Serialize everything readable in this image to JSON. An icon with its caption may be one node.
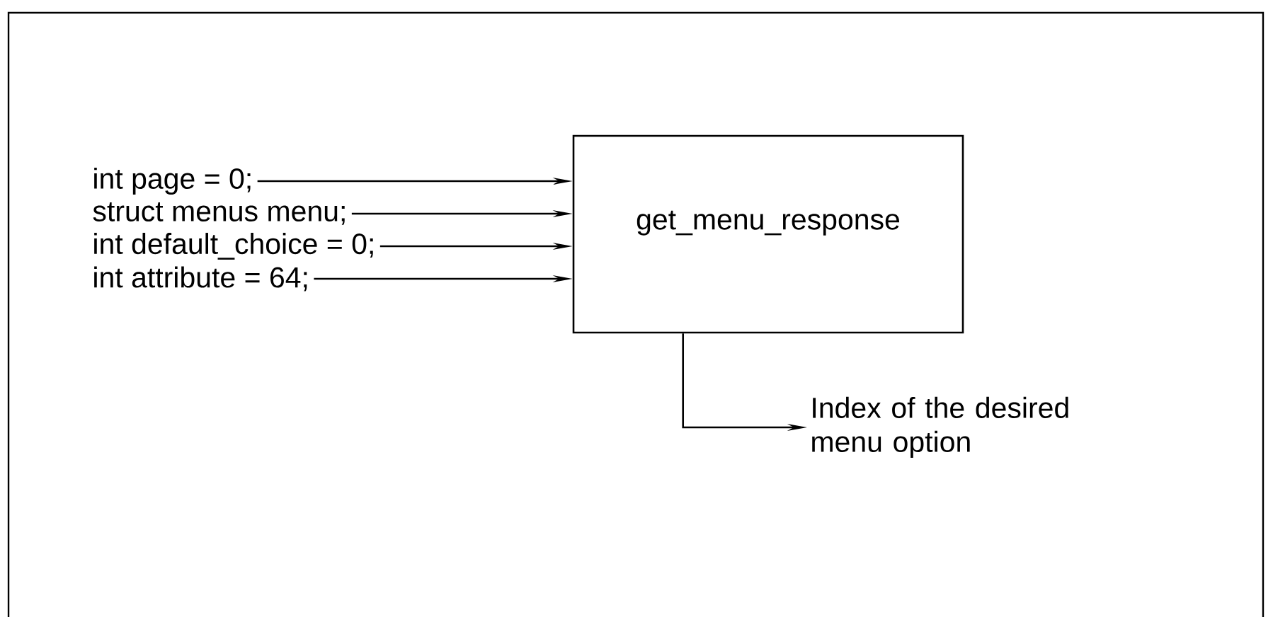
{
  "diagram": {
    "nodes": [
      {
        "text": [
          "get_menu_response"
        ]
      },
      {
        "text": [
          "int page = 0;"
        ]
      },
      {
        "text": [
          "struct menus menu;"
        ]
      },
      {
        "text": [
          "int default_choice = 0;"
        ]
      },
      {
        "text": [
          "int attribute = 64;"
        ]
      },
      {
        "text": [
          "Index of the desired menu option"
        ]
      }
    ],
    "edges": [
      {
        "from": 1,
        "to": 0,
        "arrow": "to"
      },
      {
        "from": 2,
        "to": 0,
        "arrow": "to"
      },
      {
        "from": 3,
        "to": 0,
        "arrow": "to"
      },
      {
        "from": 4,
        "to": 0,
        "arrow": "to"
      },
      {
        "from": 0,
        "to": 5,
        "arrow": "to"
      }
    ]
  }
}
